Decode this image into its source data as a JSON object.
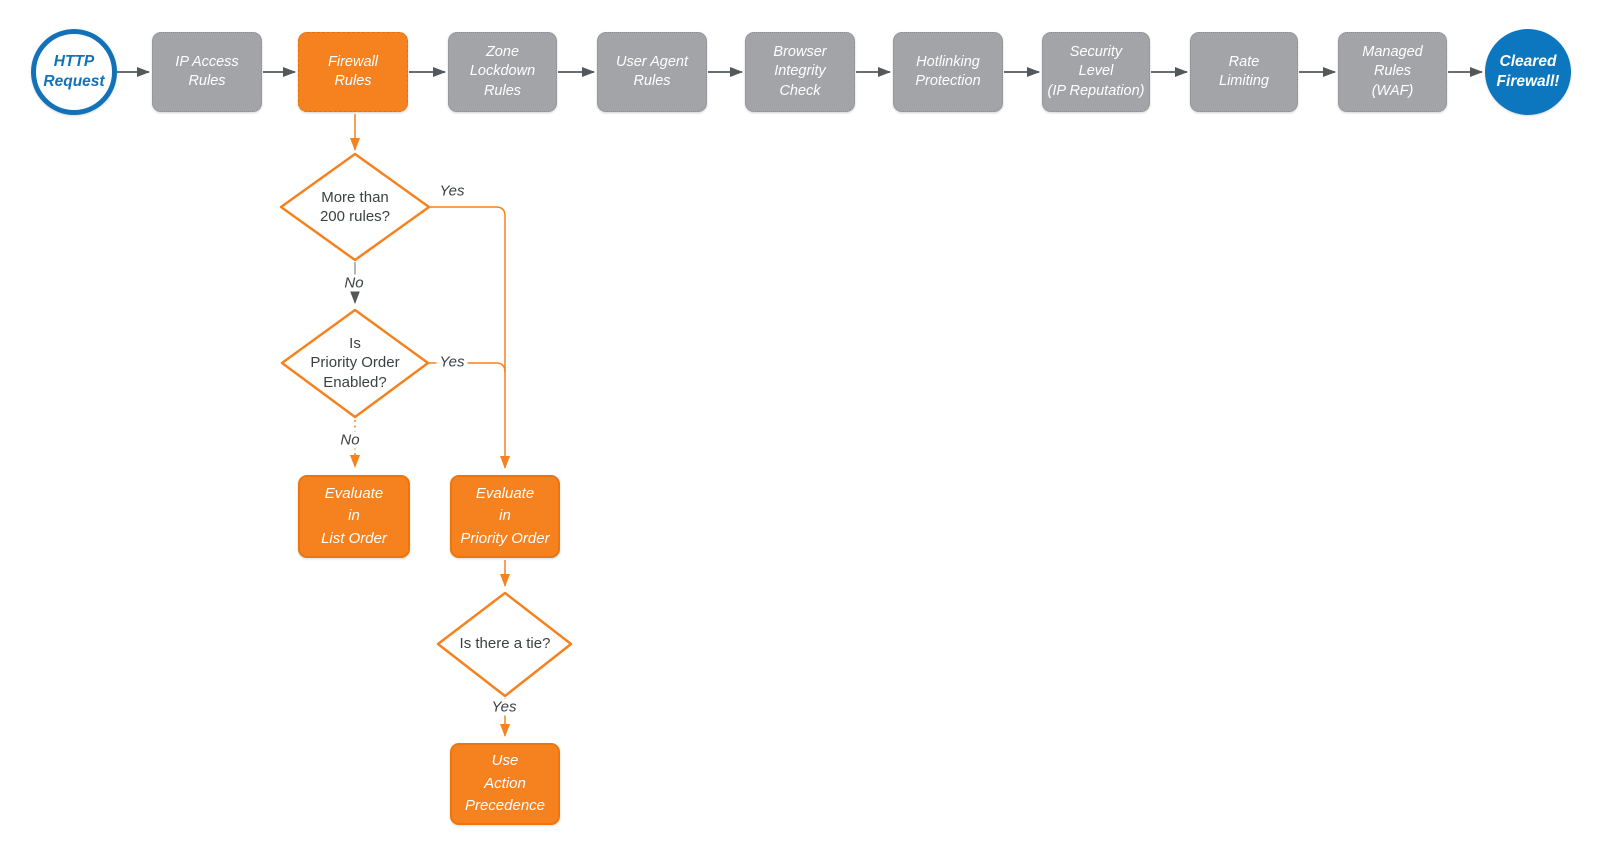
{
  "palette": {
    "orange": "#F6821F",
    "orange_border": "#ED750C",
    "gray_fill": "#A2A4A7",
    "gray_border": "#8A8C8F",
    "blue": "#1272B9",
    "blue_fill": "#0C77BE",
    "connector_gray": "#54585A",
    "connector_orange": "#F6821F",
    "text_dark": "#3C4043"
  },
  "nodes": {
    "start": {
      "label": "HTTP\nRequest"
    },
    "stages": [
      {
        "label": "IP Access\nRules"
      },
      {
        "label": "Firewall\nRules"
      },
      {
        "label": "Zone\nLockdown\nRules"
      },
      {
        "label": "User Agent\nRules"
      },
      {
        "label": "Browser\nIntegrity\nCheck"
      },
      {
        "label": "Hotlinking\nProtection"
      },
      {
        "label": "Security\nLevel\n(IP Reputation)"
      },
      {
        "label": "Rate\nLimiting"
      },
      {
        "label": "Managed\nRules\n(WAF)"
      }
    ],
    "end": {
      "label": "Cleared\nFirewall!"
    },
    "decisions": [
      {
        "label": "More than\n200 rules?"
      },
      {
        "label": "Is\nPriority Order\nEnabled?"
      },
      {
        "label": "Is there a tie?"
      }
    ],
    "actions": [
      {
        "label": "Evaluate\nin\nList Order"
      },
      {
        "label": "Evaluate\nin\nPriority Order"
      },
      {
        "label": "Use\nAction\nPrecedence"
      }
    ]
  },
  "edge_labels": {
    "d1_yes": "Yes",
    "d1_no": "No",
    "d2_yes": "Yes",
    "d2_no": "No",
    "d3_yes": "Yes"
  }
}
